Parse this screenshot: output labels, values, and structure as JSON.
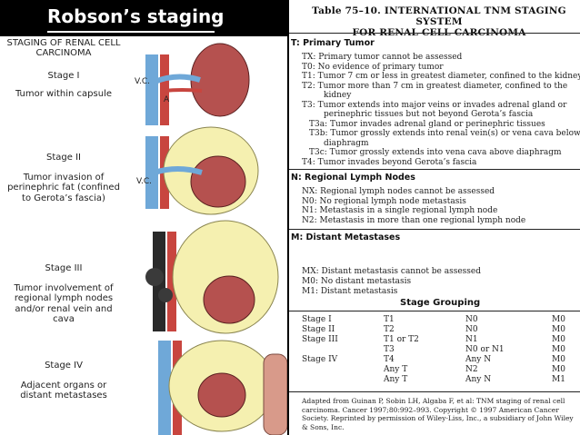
{
  "slide": {
    "title": "Robson’s staging"
  },
  "figure": {
    "heading": "STAGING OF RENAL CELL CARCINOMA",
    "stages": [
      {
        "label": "Stage I",
        "desc": "Tumor within capsule"
      },
      {
        "label": "Stage II",
        "desc": "Tumor invasion of perinephric fat (confined to Gerota’s fascia)"
      },
      {
        "label": "Stage III",
        "desc": "Tumor involvement of regional lymph nodes and/or renal vein and cava"
      },
      {
        "label": "Stage IV",
        "desc": "Adjacent organs or distant metastases"
      }
    ],
    "labels": {
      "vc": "V.C.",
      "a": "A"
    }
  },
  "table": {
    "title_line1": "Table 75–10. INTERNATIONAL TNM STAGING SYSTEM",
    "title_line2": "FOR RENAL CELL CARCINOMA",
    "t_heading": "T: Primary Tumor",
    "t_items": [
      "TX: Primary tumor cannot be assessed",
      "T0: No evidence of primary tumor",
      "T1: Tumor 7 cm or less in greatest diameter, confined to the kidney",
      "T2: Tumor more than 7 cm in greatest diameter, confined to the",
      "kidney",
      "T3: Tumor extends into major veins or invades adrenal gland or",
      "perinephric tissues but not beyond Gerota’s fascia",
      "T3a: Tumor invades adrenal gland or perinephric tissues",
      "T3b: Tumor grossly extends into renal vein(s) or vena cava below",
      "diaphragm",
      "T3c: Tumor grossly extends into vena cava above diaphragm",
      "T4: Tumor invades beyond Gerota’s fascia"
    ],
    "n_heading": "N: Regional Lymph Nodes",
    "n_items": [
      "NX: Regional lymph nodes cannot be assessed",
      "N0: No regional lymph node metastasis",
      "N1: Metastasis in a single regional lymph node",
      "N2: Metastasis in more than one regional lymph node"
    ],
    "m_heading": "M: Distant Metastases",
    "m_items": [
      "MX: Distant metastasis cannot be assessed",
      "M0: No distant metastasis",
      "M1: Distant metastasis"
    ],
    "grouping_heading": "Stage Grouping",
    "grouping": [
      [
        "Stage I",
        "T1",
        "N0",
        "M0"
      ],
      [
        "Stage II",
        "T2",
        "N0",
        "M0"
      ],
      [
        "Stage III",
        "T1 or T2",
        "N1",
        "M0"
      ],
      [
        "",
        "T3",
        "N0 or N1",
        "M0"
      ],
      [
        "Stage IV",
        "T4",
        "Any N",
        "M0"
      ],
      [
        "",
        "Any T",
        "N2",
        "M0"
      ],
      [
        "",
        "Any T",
        "Any N",
        "M1"
      ]
    ],
    "footnote": "Adapted from Guinan P, Sobin LH, Algaba F, et al: TNM staging of renal cell carcinoma. Cancer 1997;80:992–993. Copyright © 1997 American Cancer Society. Reprinted by permission of Wiley-Liss, Inc., a subsidiary of John Wiley & Sons, Inc."
  },
  "colors": {
    "kidney": "#b5514f",
    "fat": "#f5f0b0",
    "vein": "#6fa8d8",
    "artery": "#c8453f"
  }
}
